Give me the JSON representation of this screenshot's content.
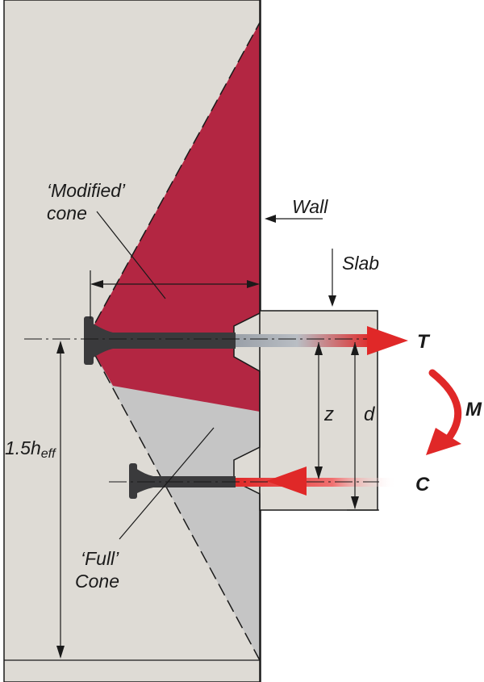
{
  "labels": {
    "modified_line1": "‘Modified’",
    "modified_line2": "cone",
    "wall": "Wall",
    "slab": "Slab",
    "tension": "T",
    "moment": "M",
    "compression": "C",
    "lever_arm": "z",
    "depth": "d",
    "full_line1": "‘Full’",
    "full_line2": "Cone",
    "height_main": "1.5h",
    "height_sub": "eff"
  },
  "colors": {
    "wall": "#dedbd5",
    "modified_cone": "#b32642",
    "full_cone": "#c5c5c5",
    "anchor": "#3a3a3c",
    "force_arrow": "#e02828",
    "line": "#1a1a1a"
  }
}
